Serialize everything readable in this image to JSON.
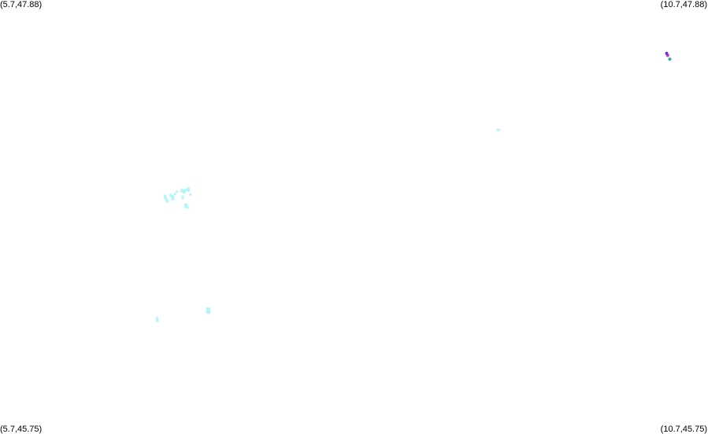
{
  "map": {
    "corners": {
      "top_left": "(5.7,47.88)",
      "top_right": "(10.7,47.88)",
      "bottom_left": "(5.7,45.75)",
      "bottom_right": "(10.7,45.75)"
    },
    "extent": {
      "lon_min": 5.7,
      "lon_max": 10.7,
      "lat_min": 45.75,
      "lat_max": 47.88
    },
    "colors": {
      "background": "#ffffff",
      "feature_fill": "#b3f5f8",
      "marker_magenta": "#cc33cc",
      "marker_purple": "#6633cc",
      "marker_teal": "#33aaaa"
    },
    "features": [
      {
        "id": "fribourg-cluster-1",
        "lon": 6.866,
        "lat": 46.915,
        "w": 0.02,
        "h": 0.02
      },
      {
        "id": "fribourg-cluster-2",
        "lon": 6.875,
        "lat": 46.9,
        "w": 0.015,
        "h": 0.02
      },
      {
        "id": "fribourg-cluster-3",
        "lon": 6.884,
        "lat": 46.892,
        "w": 0.015,
        "h": 0.012
      },
      {
        "id": "fribourg-cluster-4",
        "lon": 6.905,
        "lat": 46.92,
        "w": 0.013,
        "h": 0.015
      },
      {
        "id": "fribourg-cluster-5",
        "lon": 6.92,
        "lat": 46.91,
        "w": 0.022,
        "h": 0.025
      },
      {
        "id": "fribourg-cluster-6",
        "lon": 6.935,
        "lat": 46.928,
        "w": 0.015,
        "h": 0.012
      },
      {
        "id": "fribourg-cluster-7",
        "lon": 6.95,
        "lat": 46.94,
        "w": 0.012,
        "h": 0.012
      },
      {
        "id": "fribourg-cluster-8",
        "lon": 6.985,
        "lat": 46.945,
        "w": 0.02,
        "h": 0.018
      },
      {
        "id": "fribourg-cluster-9",
        "lon": 7.0,
        "lat": 46.94,
        "w": 0.022,
        "h": 0.02
      },
      {
        "id": "fribourg-cluster-10",
        "lon": 7.012,
        "lat": 46.948,
        "w": 0.012,
        "h": 0.012
      },
      {
        "id": "fribourg-cluster-11",
        "lon": 6.99,
        "lat": 46.912,
        "w": 0.015,
        "h": 0.018
      },
      {
        "id": "fribourg-cluster-12",
        "lon": 7.03,
        "lat": 46.95,
        "w": 0.02,
        "h": 0.022
      },
      {
        "id": "fribourg-cluster-13",
        "lon": 7.045,
        "lat": 46.925,
        "w": 0.01,
        "h": 0.012
      },
      {
        "id": "fribourg-cluster-14",
        "lon": 7.012,
        "lat": 46.87,
        "w": 0.025,
        "h": 0.022
      },
      {
        "id": "fribourg-cluster-15",
        "lon": 7.025,
        "lat": 46.862,
        "w": 0.012,
        "h": 0.012
      },
      {
        "id": "single-east",
        "lon": 9.22,
        "lat": 47.242,
        "w": 0.025,
        "h": 0.01
      },
      {
        "id": "single-southwest-large",
        "lon": 7.17,
        "lat": 46.356,
        "w": 0.03,
        "h": 0.03
      },
      {
        "id": "single-southwest-small",
        "lon": 6.81,
        "lat": 46.312,
        "w": 0.015,
        "h": 0.025
      }
    ],
    "markers": [
      {
        "id": "marker-magenta",
        "lon": 10.415,
        "lat": 47.608,
        "color": "magenta"
      },
      {
        "id": "marker-purple",
        "lon": 10.408,
        "lat": 47.618,
        "color": "purple"
      },
      {
        "id": "marker-teal",
        "lon": 10.43,
        "lat": 47.59,
        "color": "teal"
      }
    ]
  }
}
